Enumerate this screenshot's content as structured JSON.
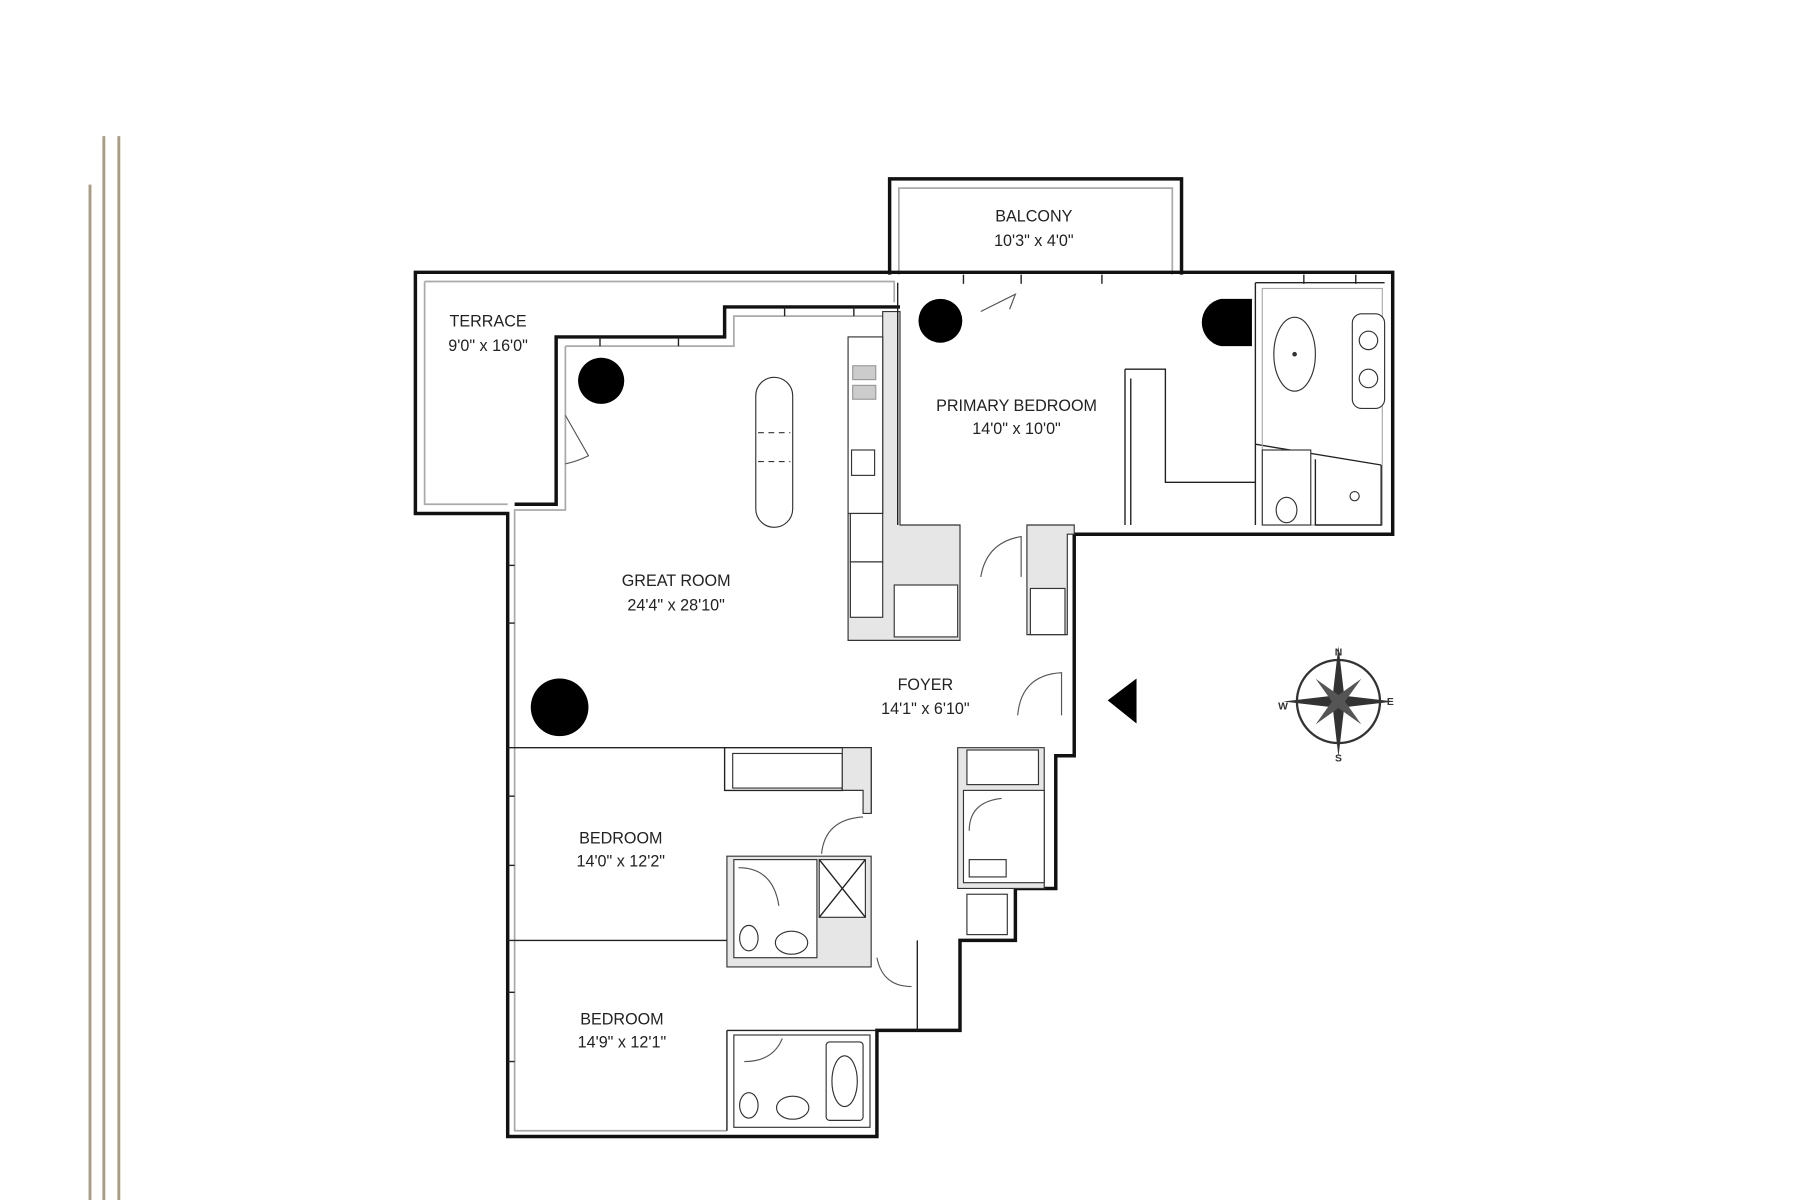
{
  "floorplan": {
    "rooms": [
      {
        "name": "BALCONY",
        "size": "10'3\" x 4'0\""
      },
      {
        "name": "TERRACE",
        "size": "9'0\" x 16'0\""
      },
      {
        "name": "PRIMARY BEDROOM",
        "size": "14'0\" x 10'0\""
      },
      {
        "name": "GREAT ROOM",
        "size": "24'4\" x 28'10\""
      },
      {
        "name": "FOYER",
        "size": "14'1\" x 6'10\""
      },
      {
        "name": "BEDROOM",
        "size": "14'0\" x 12'2\""
      },
      {
        "name": "BEDROOM",
        "size": "14'9\" x 12'1\""
      }
    ],
    "compass": {
      "n": "N",
      "e": "E",
      "s": "S",
      "w": "W"
    },
    "colors": {
      "accent_lines": "#a89c84",
      "wall": "#111111",
      "fill": "#e6e6e6"
    }
  }
}
